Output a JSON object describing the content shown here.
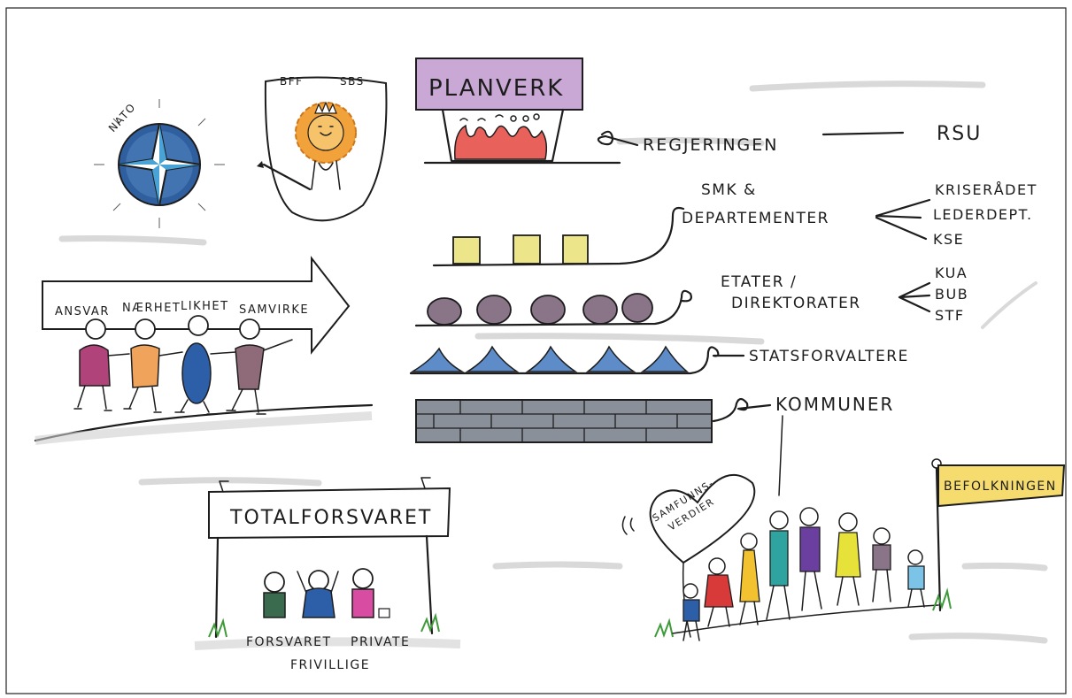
{
  "nato": {
    "label": "NATO"
  },
  "shield": {
    "left_label": "BFF",
    "right_label": "SBS"
  },
  "planverk": {
    "title": "PLANVERK"
  },
  "levels": {
    "regjeringen": "REGJERINGEN",
    "rsu": "RSU",
    "smk_line1": "SMK &",
    "smk_line2": "DEPARTEMENTER",
    "smk_branches": [
      "KRISERÅDET",
      "LEDERDEPT.",
      "KSE"
    ],
    "etater_line1": "ETATER /",
    "etater_line2": "DIREKTORATER",
    "etater_branches": [
      "KUA",
      "BUB",
      "STF"
    ],
    "statsforvaltere": "STATSFORVALTERE",
    "kommuner": "KOMMUNER"
  },
  "principles": [
    "ANSVAR",
    "NÆRHET",
    "LIKHET",
    "SAMVIRKE"
  ],
  "totalforsvaret": {
    "title": "TOTALFORSVARET",
    "members": [
      "FORSVARET",
      "PRIVATE",
      "FRIVILLIGE"
    ]
  },
  "society": {
    "heart_line1": "SAMFUNNS-",
    "heart_line2": "VERDIER",
    "flag": "BEFOLKNINGEN"
  },
  "colors": {
    "planverk_banner": "#c9a8d6",
    "fire": "#e8615a",
    "departments": "#ece58a",
    "directorates": "#8a7488",
    "statsforvaltere": "#5d8cc8",
    "kommuner": "#8a9099",
    "lion": "#f2a23a",
    "nato_blue": "#2f5f9e",
    "flag": "#f6dc6e",
    "figure_colors": [
      "#b0437a",
      "#f0a35a",
      "#2d5fa8",
      "#8f6a78"
    ]
  }
}
